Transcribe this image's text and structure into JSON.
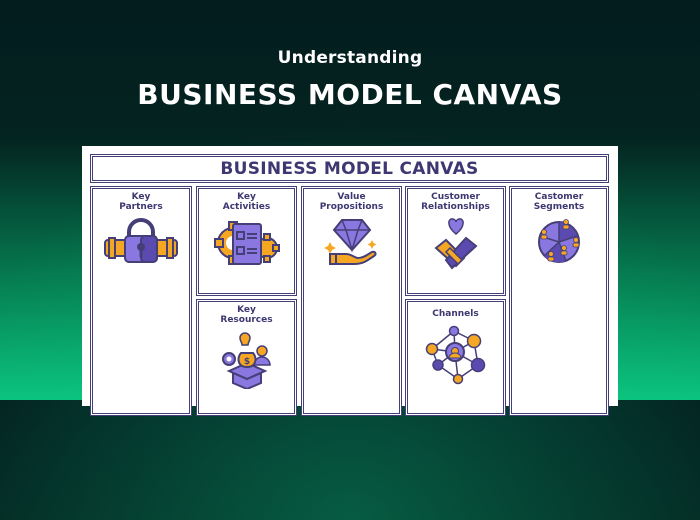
{
  "header": {
    "subtitle": "Understanding",
    "title": "BUSINESS MODEL CANVAS"
  },
  "canvas": {
    "title": "BUSINESS MODEL CANVAS",
    "colors": {
      "border": "#453f78",
      "text": "#3d3872",
      "purple": "#8a77e0",
      "dark_purple": "#5b4bb0",
      "orange": "#f5a623"
    },
    "blocks": {
      "key_partners": {
        "line1": "Key",
        "line2": "Partners",
        "icon": "handshake-lock-icon"
      },
      "key_activities": {
        "line1": "Key",
        "line2": "Activities",
        "icon": "gear-checklist-icon"
      },
      "key_resources": {
        "line1": "Key",
        "line2": "Resources",
        "icon": "resources-box-icon"
      },
      "value_propositions": {
        "line1": "Value",
        "line2": "Propositions",
        "icon": "diamond-hand-icon"
      },
      "customer_relationships": {
        "line1": "Customer",
        "line2": "Relationships",
        "icon": "heart-handshake-icon"
      },
      "channels": {
        "line1": "Channels",
        "icon": "network-nodes-icon"
      },
      "customer_segments": {
        "line1": "Castomer",
        "line2": "Segments",
        "icon": "segmented-people-pie-icon"
      }
    }
  }
}
